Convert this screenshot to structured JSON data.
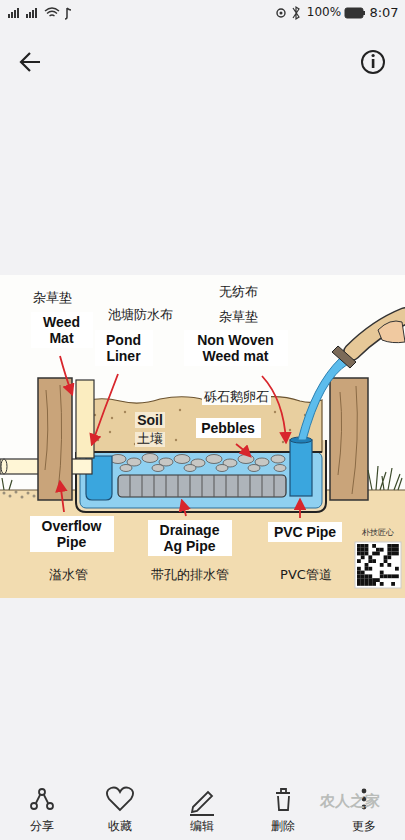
{
  "diagram": {
    "nodes": [
      {
        "text": [
          "Weed Mat"
        ]
      },
      {
        "text": [
          "Pond Liner"
        ]
      },
      {
        "text": [
          "Non Woven Weed mat"
        ]
      },
      {
        "text": [
          "Pebbles"
        ]
      },
      {
        "text": [
          "Overflow Pipe"
        ]
      },
      {
        "text": [
          "Drainage Ag Pipe"
        ]
      },
      {
        "text": [
          "PVC Pipe"
        ]
      }
    ],
    "labels": [
      "8:07",
      "100%",
      "杂草垫",
      "池塘防水布",
      "无纺布",
      "杂草垫",
      "砾石鹅卵石",
      "Soil",
      "土壤",
      "朴技匠心",
      "溢水管",
      "带孔的排水管",
      "PVC管道",
      "分享",
      "收藏",
      "编辑",
      "删除",
      "更多",
      "农人之家"
    ]
  }
}
